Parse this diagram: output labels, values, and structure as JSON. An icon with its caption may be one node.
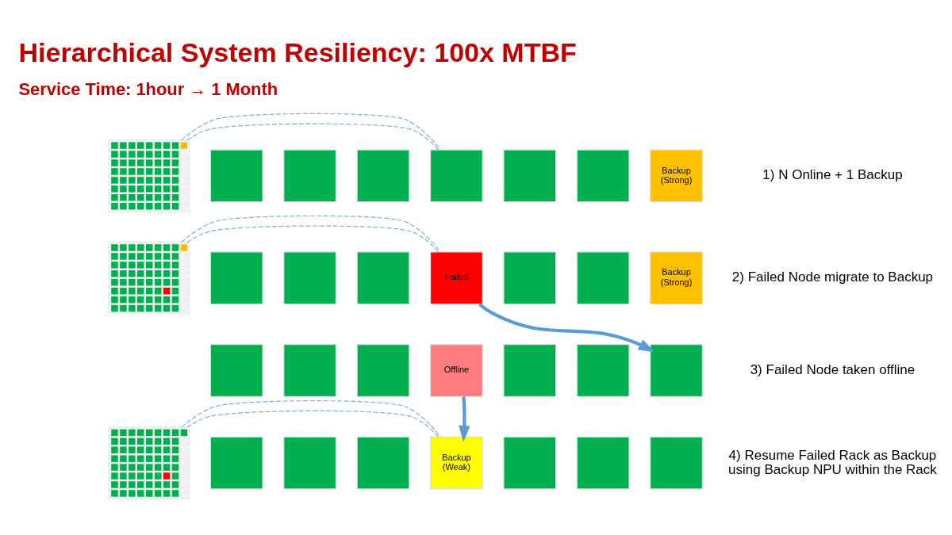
{
  "diagram": {
    "title": "Hierarchical System Resiliency: 100x MTBF",
    "nodes": [
      {
        "text": [],
        "shape": "picture"
      },
      {
        "text": [],
        "shape": "box"
      },
      {
        "text": [],
        "shape": "box"
      },
      {
        "text": [],
        "shape": "box"
      },
      {
        "text": [],
        "shape": "box"
      },
      {
        "text": [],
        "shape": "box"
      },
      {
        "text": [],
        "shape": "box"
      },
      {
        "text": [
          "Backup (Strong)"
        ]
      },
      {
        "text": [],
        "shape": "picture"
      },
      {
        "text": [],
        "shape": "box"
      },
      {
        "text": [],
        "shape": "box"
      },
      {
        "text": [],
        "shape": "box"
      },
      {
        "text": [
          "Failed"
        ]
      },
      {
        "text": [],
        "shape": "box"
      },
      {
        "text": [],
        "shape": "box"
      },
      {
        "text": [
          "Backup (Strong)"
        ]
      },
      {
        "text": [],
        "shape": "box"
      },
      {
        "text": [],
        "shape": "box"
      },
      {
        "text": [],
        "shape": "box"
      },
      {
        "text": [
          "Offline"
        ]
      },
      {
        "text": [],
        "shape": "box"
      },
      {
        "text": [],
        "shape": "box"
      },
      {
        "text": [],
        "shape": "box"
      },
      {
        "text": [],
        "shape": "picture"
      },
      {
        "text": [],
        "shape": "box"
      },
      {
        "text": [],
        "shape": "box"
      },
      {
        "text": [],
        "shape": "box"
      },
      {
        "text": [
          "Backup (Weak)"
        ]
      },
      {
        "text": [],
        "shape": "box"
      },
      {
        "text": [],
        "shape": "box"
      },
      {
        "text": [],
        "shape": "box"
      }
    ],
    "edges": [
      {
        "from": 0,
        "to": 4,
        "arrow": "none",
        "style": "dashed"
      },
      {
        "from": 0,
        "to": 4,
        "arrow": "none",
        "style": "dashed"
      },
      {
        "from": 8,
        "to": 12,
        "arrow": "none",
        "style": "dashed"
      },
      {
        "from": 8,
        "to": 12,
        "arrow": "none",
        "style": "dashed"
      },
      {
        "from": 12,
        "to": 22,
        "arrow": "to",
        "style": "thick"
      },
      {
        "from": 19,
        "to": 27,
        "arrow": "to",
        "style": "thick"
      },
      {
        "from": 23,
        "to": 27,
        "arrow": "none",
        "style": "dashed"
      },
      {
        "from": 23,
        "to": 27,
        "arrow": "none",
        "style": "dashed"
      }
    ],
    "labels": [
      "Service Time: 1hour → 1 Month",
      "1) N Online + 1 Backup",
      "2) Failed Node migrate to Backup",
      "3) Failed Node taken offline",
      "4) Resume Failed Rack as Backup using Backup NPU within the Rack"
    ]
  }
}
